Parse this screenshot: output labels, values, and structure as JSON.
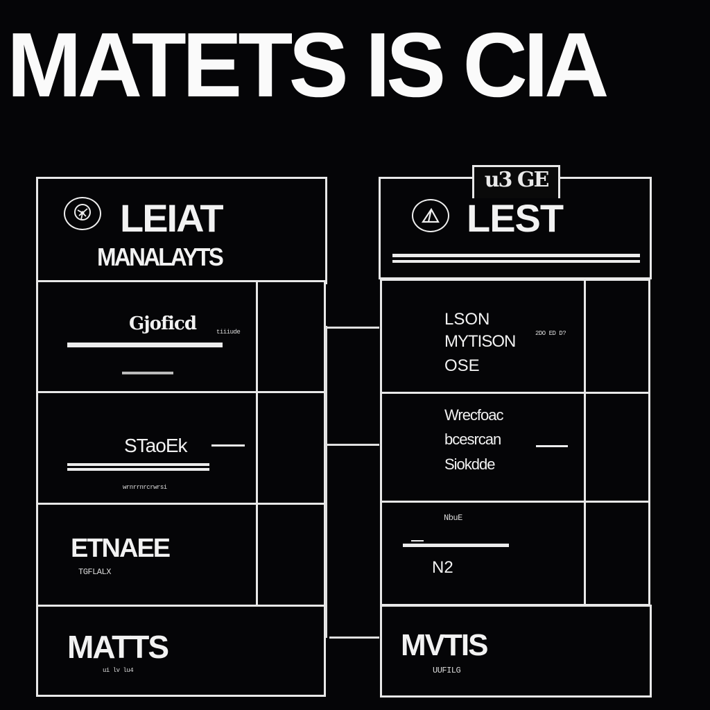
{
  "title": "MATETS IS CIA",
  "left_column": {
    "header": {
      "icon": "brain-head-icon",
      "title": "LEIAT",
      "subtitle": "MANALAYTS"
    },
    "rows": [
      {
        "label": "Gjoficd",
        "tag": "tiiiude",
        "secondary": ""
      },
      {
        "label": "STaoEk",
        "tag": "",
        "secondary": "wrnrrnrcrwrsi"
      },
      {
        "label": "ETNAEE",
        "tag": "",
        "secondary": "TGFLALX"
      },
      {
        "label": "MATTS",
        "tag": "",
        "secondary": "ui lv lu4"
      }
    ]
  },
  "right_column": {
    "badge": "u3 GE",
    "header": {
      "icon": "tent-circle-icon",
      "title": "LEST"
    },
    "rows": [
      {
        "lines": [
          "LSON",
          "MYTISON",
          "OSE"
        ],
        "tag": "2DO ED D?"
      },
      {
        "lines": [
          "Wrecfoac",
          "bcesrcan",
          "Siokdde"
        ],
        "tag": ""
      },
      {
        "top": "NbuE",
        "label": "N2"
      },
      {
        "label": "MVTIS",
        "secondary": "UUFILG"
      }
    ]
  },
  "colors": {
    "background": "#050507",
    "foreground": "#f2f2f2",
    "stroke": "#e8e8e8"
  }
}
